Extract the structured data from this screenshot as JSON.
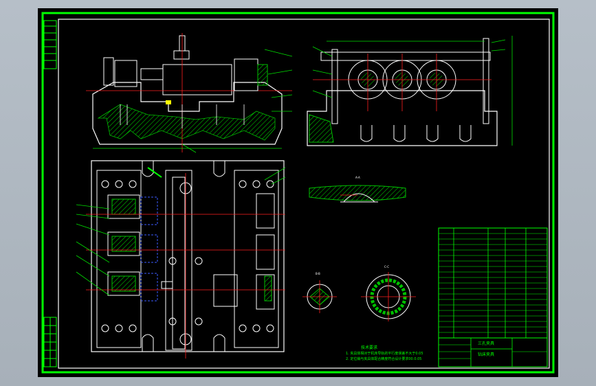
{
  "drawing": {
    "notes_heading": "技术要求",
    "notes": [
      "1. 夹具体相对于机床导轨的平行度误差不大于0.05",
      "2. 定位销与夹具体配合精度符合设计要求00.0.05"
    ],
    "title_block": {
      "title": "三孔夹具",
      "subtitle": "钻床夹具"
    },
    "section_labels": [
      "A-A",
      "B-B",
      "C-C"
    ]
  },
  "colors": {
    "background": "#000000",
    "outer_frame": "#00ff00",
    "geometry": "#ffffff",
    "centerline": "#ff2020",
    "dimension": "#00e000",
    "hatch": "#00c000",
    "hidden": "#3c5cff",
    "accent": "#ffff00"
  }
}
